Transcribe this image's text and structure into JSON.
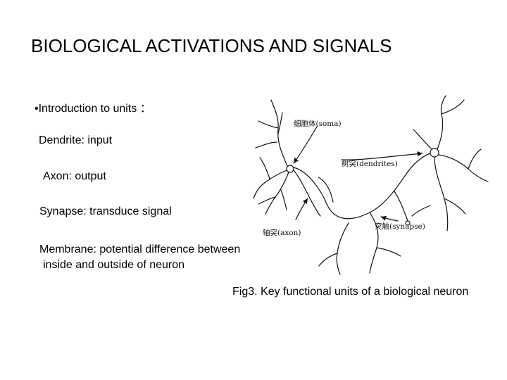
{
  "slide": {
    "title": "BIOLOGICAL ACTIVATIONS AND SIGNALS",
    "bullet": "•Introduction to units ：",
    "items": [
      "Dendrite: input",
      "Axon: output",
      "Synapse: transduce signal"
    ],
    "membrane_line1": "Membrane: potential difference between",
    "membrane_line2": "inside and outside of neuron"
  },
  "figure": {
    "caption": "Fig3. Key functional units of a biological neuron",
    "labels": {
      "soma": "细胞体(soma)",
      "dendrites": "树突(dendrites)",
      "synapse": "突触(synapse)",
      "axon": "轴突(axon)"
    }
  }
}
